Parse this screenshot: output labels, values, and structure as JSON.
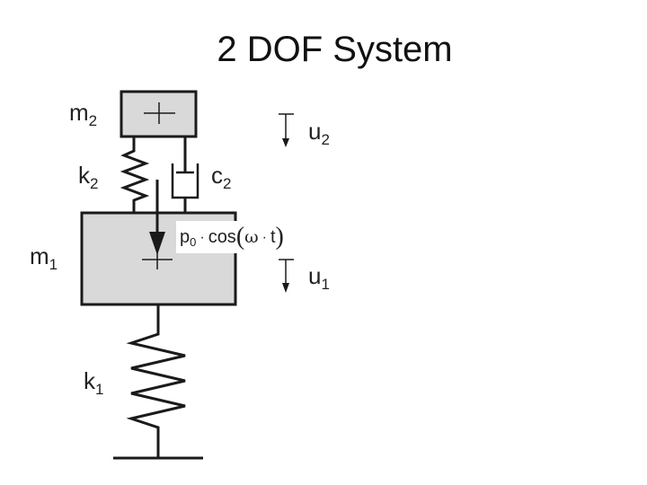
{
  "title": "2 DOF System",
  "labels": {
    "m2_base": "m",
    "m2_sub": "2",
    "k2_base": "k",
    "k2_sub": "2",
    "c2_base": "c",
    "c2_sub": "2",
    "m1_base": "m",
    "m1_sub": "1",
    "k1_base": "k",
    "k1_sub": "1",
    "u2_base": "u",
    "u2_sub": "2",
    "u1_base": "u",
    "u1_sub": "1"
  },
  "force": {
    "p_base": "p",
    "p_sub": "0",
    "dot": "·",
    "func": "cos",
    "open": "(",
    "omega": "ω",
    "t": "t",
    "close": ")"
  },
  "colors": {
    "mass_fill": "#d9d9d9",
    "line": "#1a1a1a"
  }
}
